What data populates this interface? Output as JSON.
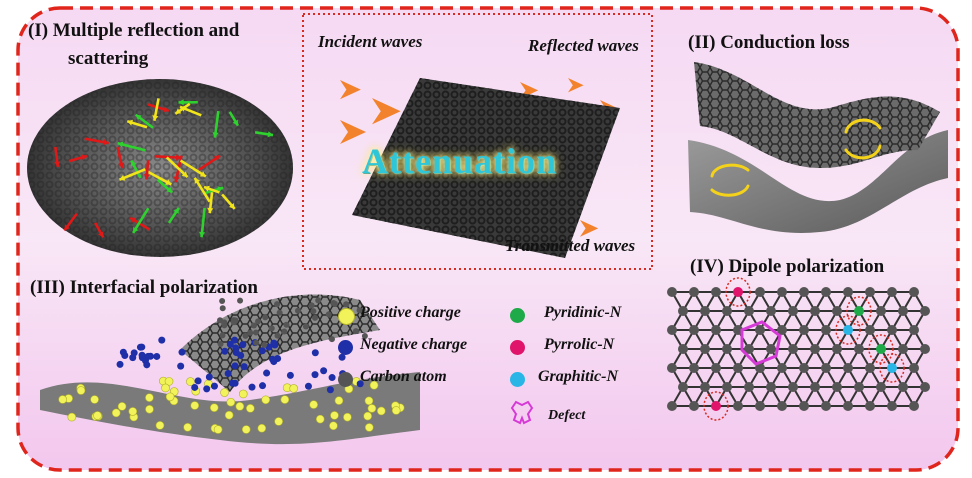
{
  "panels": {
    "p1_line1": "(I) Multiple reflection and",
    "p1_line2": "scattering",
    "p2": "(II)  Conduction loss",
    "p3": "(III)  Interfacial polarization",
    "p4": "(IV)  Dipole polarization"
  },
  "center": {
    "incident": "Incident waves",
    "reflected": "Reflected waves",
    "transmitted": "Transmitted waves",
    "attenuation": "Attenuation"
  },
  "legend": {
    "positive": "Positive charge",
    "negative": "Negative charge",
    "carbon": "Carbon atom",
    "pyridinic": "Pyridinic-N",
    "pyrrolic": "Pyrrolic-N",
    "graphitic": "Graphitic-N",
    "defect": "Defect"
  },
  "colors": {
    "frame": "#e0261c",
    "positive": "#f2f25a",
    "negative": "#1f2fa8",
    "carbon": "#555555",
    "pyridinic": "#1faa4a",
    "pyrrolic": "#e0146a",
    "graphitic": "#29b6e6",
    "defect": "#d63ad6"
  }
}
